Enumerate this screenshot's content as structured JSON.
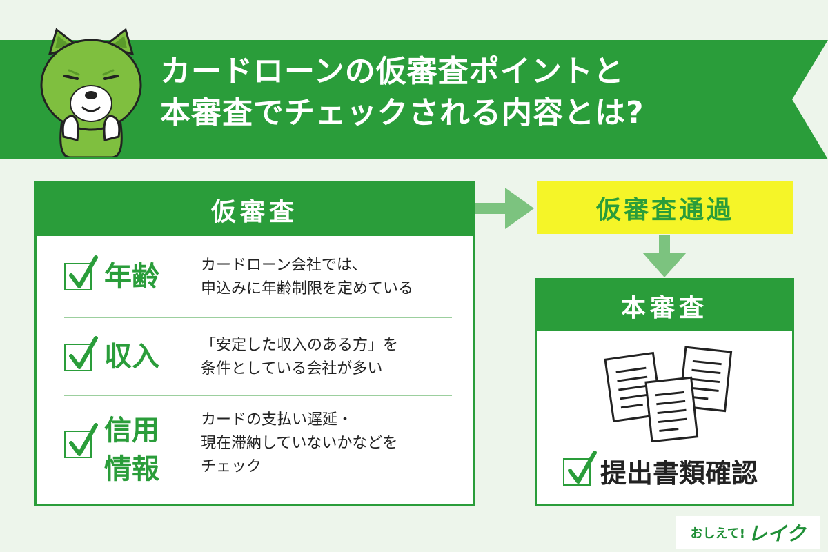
{
  "header": {
    "title_line1": "カードローンの仮審査ポイントと",
    "title_line2": "本審査でチェックされる内容とは?"
  },
  "left_panel": {
    "heading": "仮審査",
    "items": [
      {
        "label": "年齢",
        "desc_line1": "カードローン会社では、",
        "desc_line2": "申込みに年齢制限を定めている",
        "desc_line3": ""
      },
      {
        "label": "収入",
        "desc_line1": "「安定した収入のある方」を",
        "desc_line2": "条件としている会社が多い",
        "desc_line3": ""
      },
      {
        "label_line1": "信用",
        "label_line2": "情報",
        "desc_line1": "カードの支払い遅延・",
        "desc_line2": "現在滞納していないかなどを",
        "desc_line3": "チェック"
      }
    ]
  },
  "pass_box": {
    "label": "仮審査通過"
  },
  "right_panel": {
    "heading": "本審査",
    "item_label": "提出書類確認"
  },
  "logo": {
    "part1": "おしえて!",
    "part2": "レイク"
  },
  "colors": {
    "green": "#2a9d3a",
    "yellow": "#f5f528",
    "background": "#edf5eb",
    "arrow": "#7cc37f"
  }
}
